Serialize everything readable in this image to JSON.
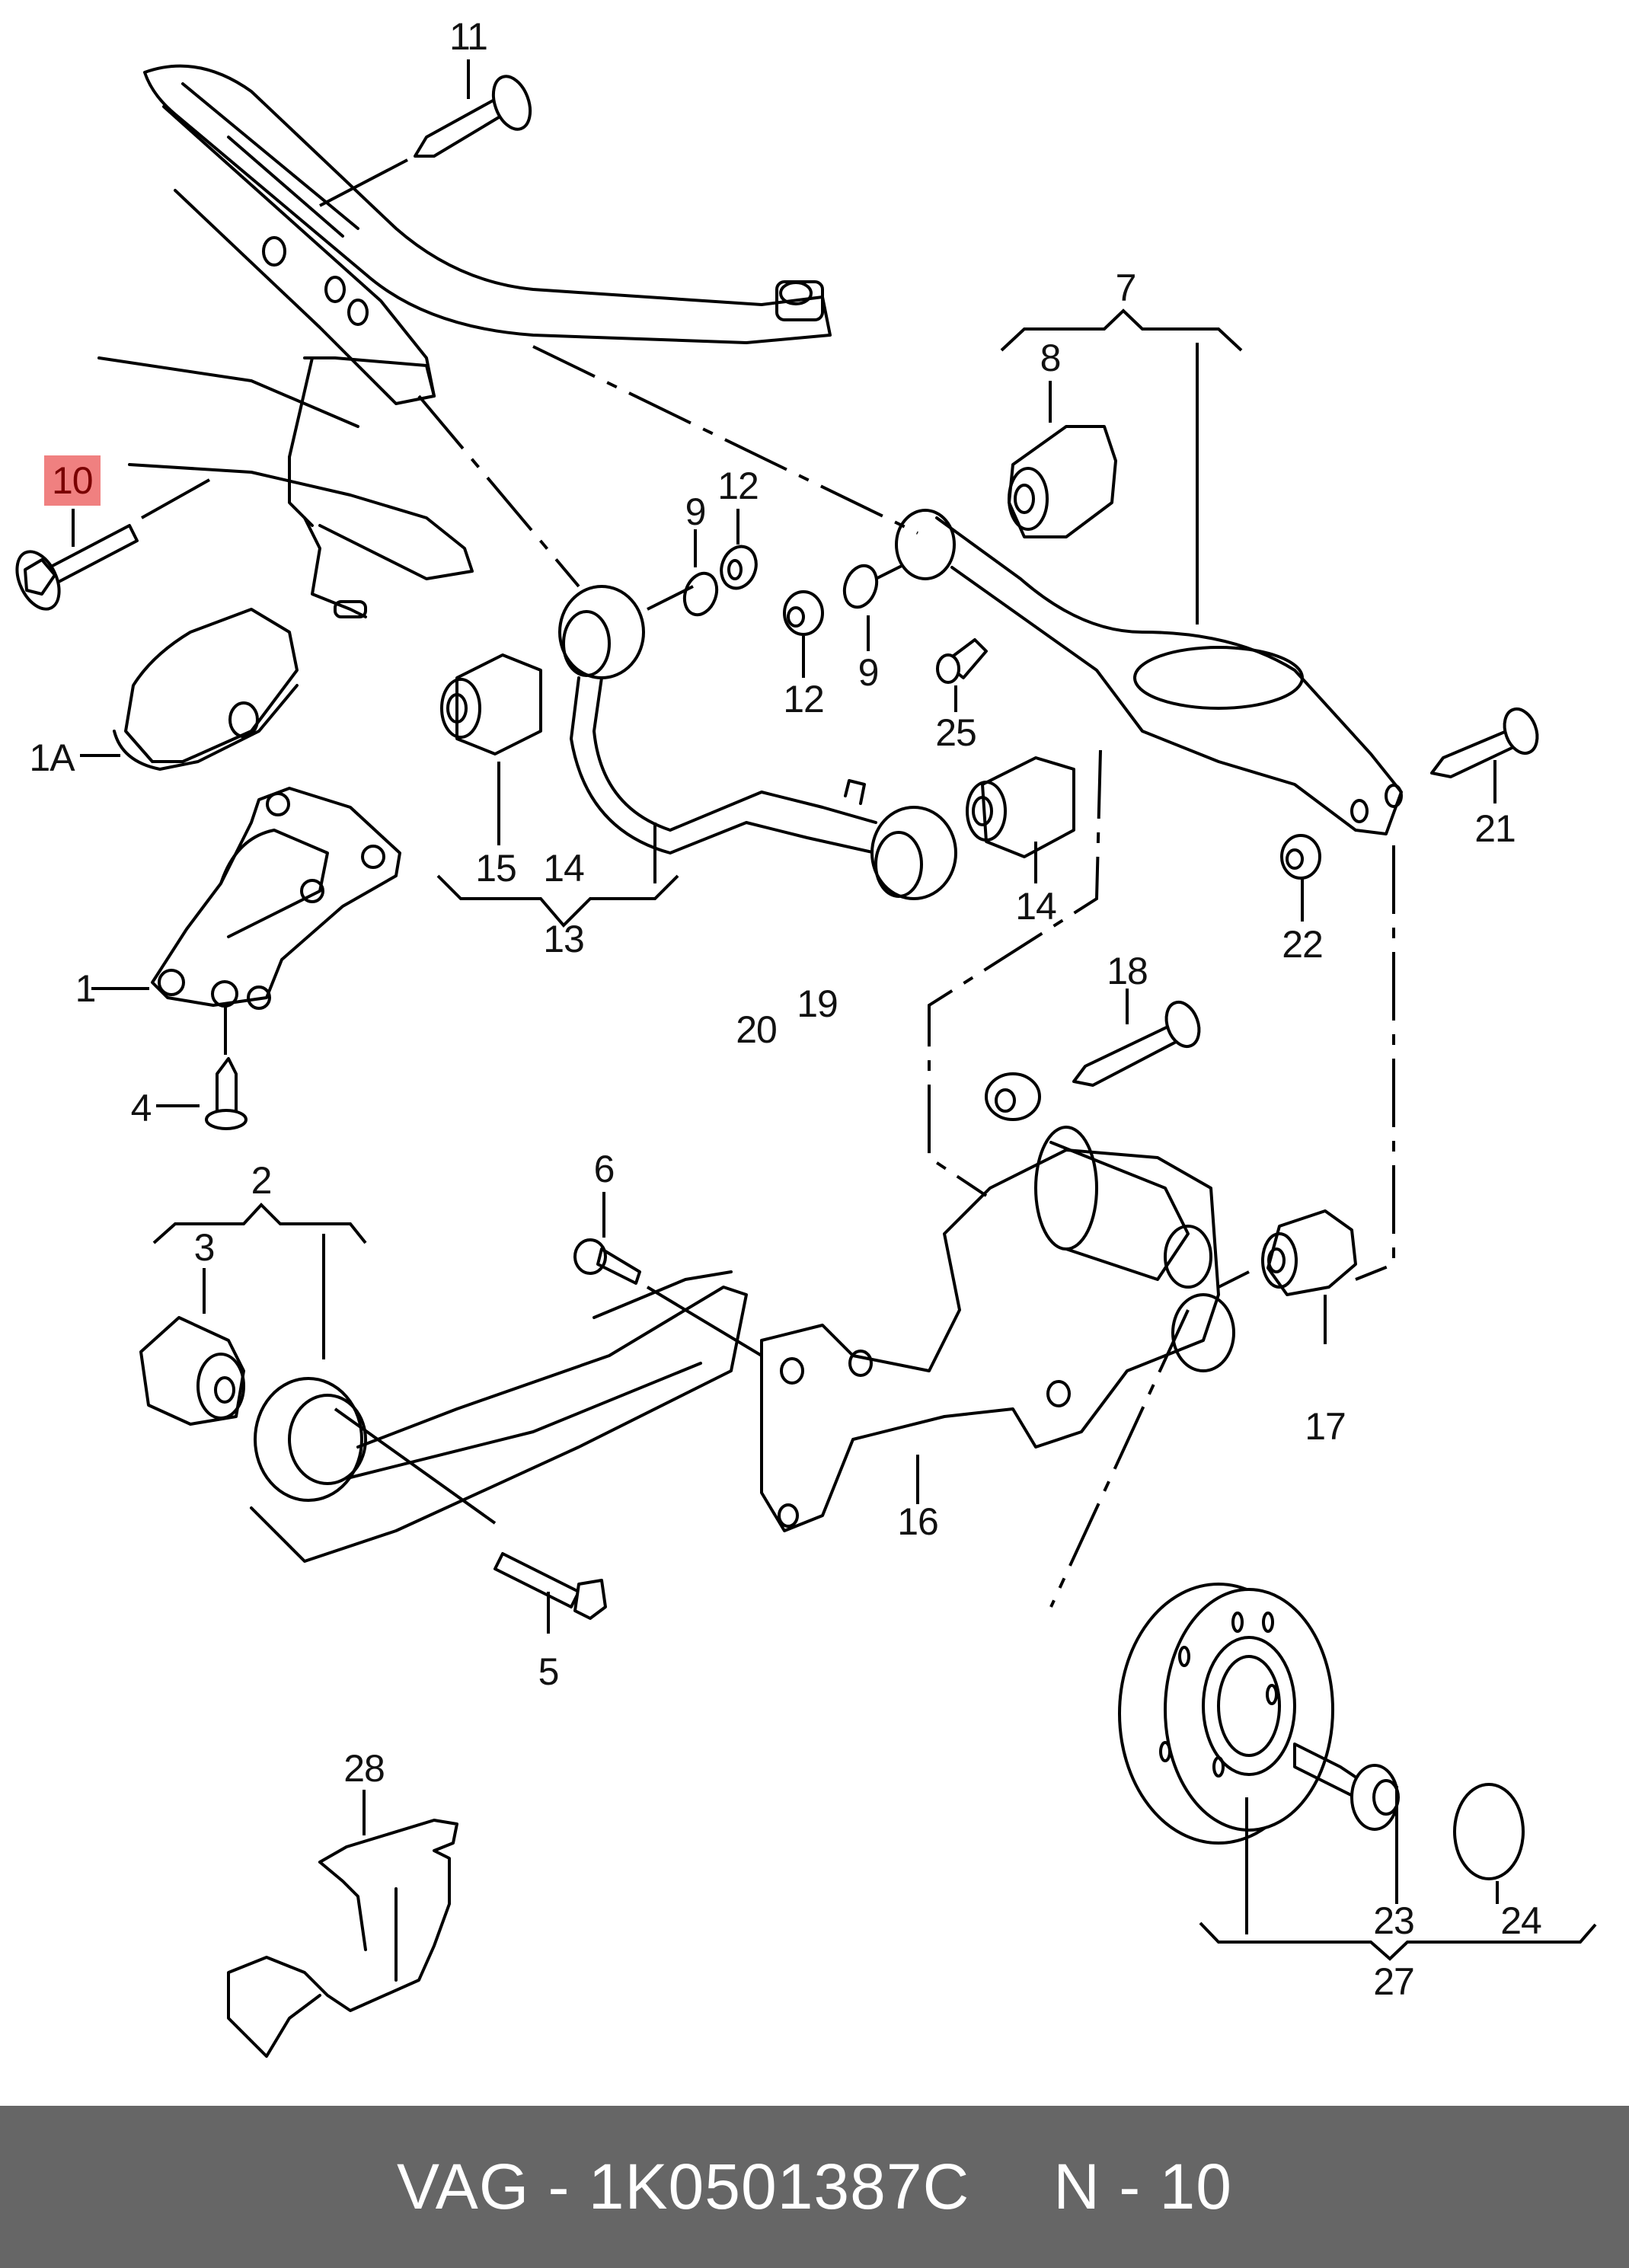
{
  "diagram": {
    "title": "Rear suspension exploded parts diagram",
    "highlighted_callout": "10",
    "highlight_color": "#f08080",
    "callouts": {
      "c1": "1",
      "c1a": "1A",
      "c2": "2",
      "c3": "3",
      "c4": "4",
      "c5": "5",
      "c6": "6",
      "c7": "7",
      "c8": "8",
      "c9a": "9",
      "c9b": "9",
      "c10": "10",
      "c11": "11",
      "c12a": "12",
      "c12b": "12",
      "c13": "13",
      "c14a": "14",
      "c14b": "14",
      "c15": "15",
      "c16": "16",
      "c17": "17",
      "c18": "18",
      "c19": "19",
      "c20": "20",
      "c21": "21",
      "c22": "22",
      "c23": "23",
      "c24": "24",
      "c25": "25",
      "c27": "27",
      "c28": "28"
    }
  },
  "footer": {
    "part_number": "VAG - 1K0501387C",
    "position": "N - 10",
    "background": "#666666"
  }
}
